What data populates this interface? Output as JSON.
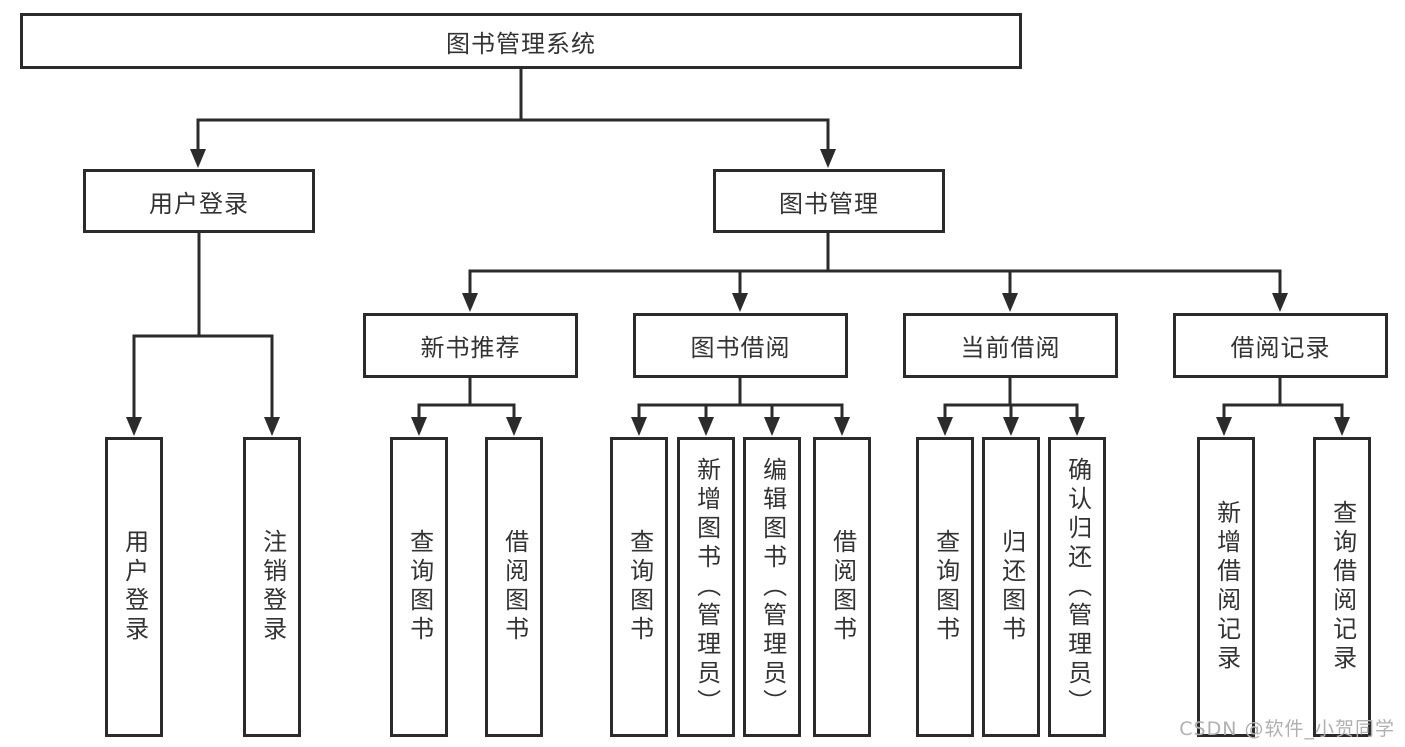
{
  "diagram_type": "hierarchy-tree",
  "colors": {
    "background": "#ffffff",
    "node_border": "#2b2b2b",
    "connector": "#2b2b2b",
    "text": "#333333",
    "watermark_text": "#b0b0b0"
  },
  "tree": {
    "label": "图书管理系统",
    "children": [
      {
        "label": "用户登录",
        "children": [
          {
            "label": "用户登录"
          },
          {
            "label": "注销登录"
          }
        ]
      },
      {
        "label": "图书管理",
        "children": [
          {
            "label": "新书推荐",
            "children": [
              {
                "label": "查询图书"
              },
              {
                "label": "借阅图书"
              }
            ]
          },
          {
            "label": "图书借阅",
            "children": [
              {
                "label": "查询图书"
              },
              {
                "label": "新增图书（管理员）"
              },
              {
                "label": "编辑图书（管理员）"
              },
              {
                "label": "借阅图书"
              }
            ]
          },
          {
            "label": "当前借阅",
            "children": [
              {
                "label": "查询图书"
              },
              {
                "label": "归还图书"
              },
              {
                "label": "确认归还（管理员）"
              }
            ]
          },
          {
            "label": "借阅记录",
            "children": [
              {
                "label": "新增借阅记录"
              },
              {
                "label": "查询借阅记录"
              }
            ]
          }
        ]
      }
    ]
  },
  "watermark": {
    "text": "CSDN @软件_小贺同学"
  }
}
